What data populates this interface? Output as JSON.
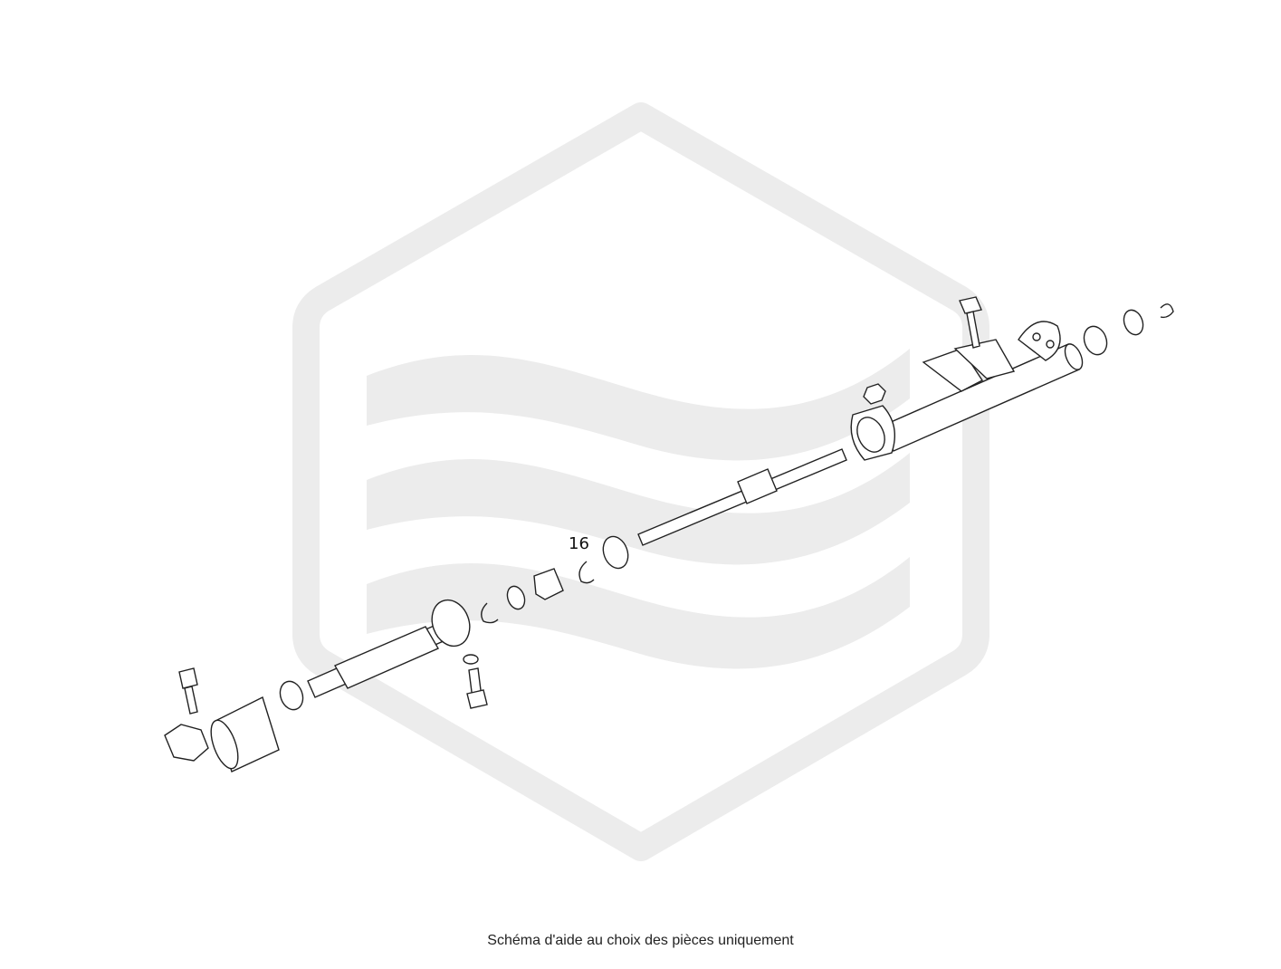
{
  "diagram": {
    "watermark": "brand-logo-watermark",
    "callouts": [
      {
        "id": "callout-16",
        "label": "16"
      }
    ]
  },
  "caption": "Schéma d'aide au choix des pièces uniquement"
}
